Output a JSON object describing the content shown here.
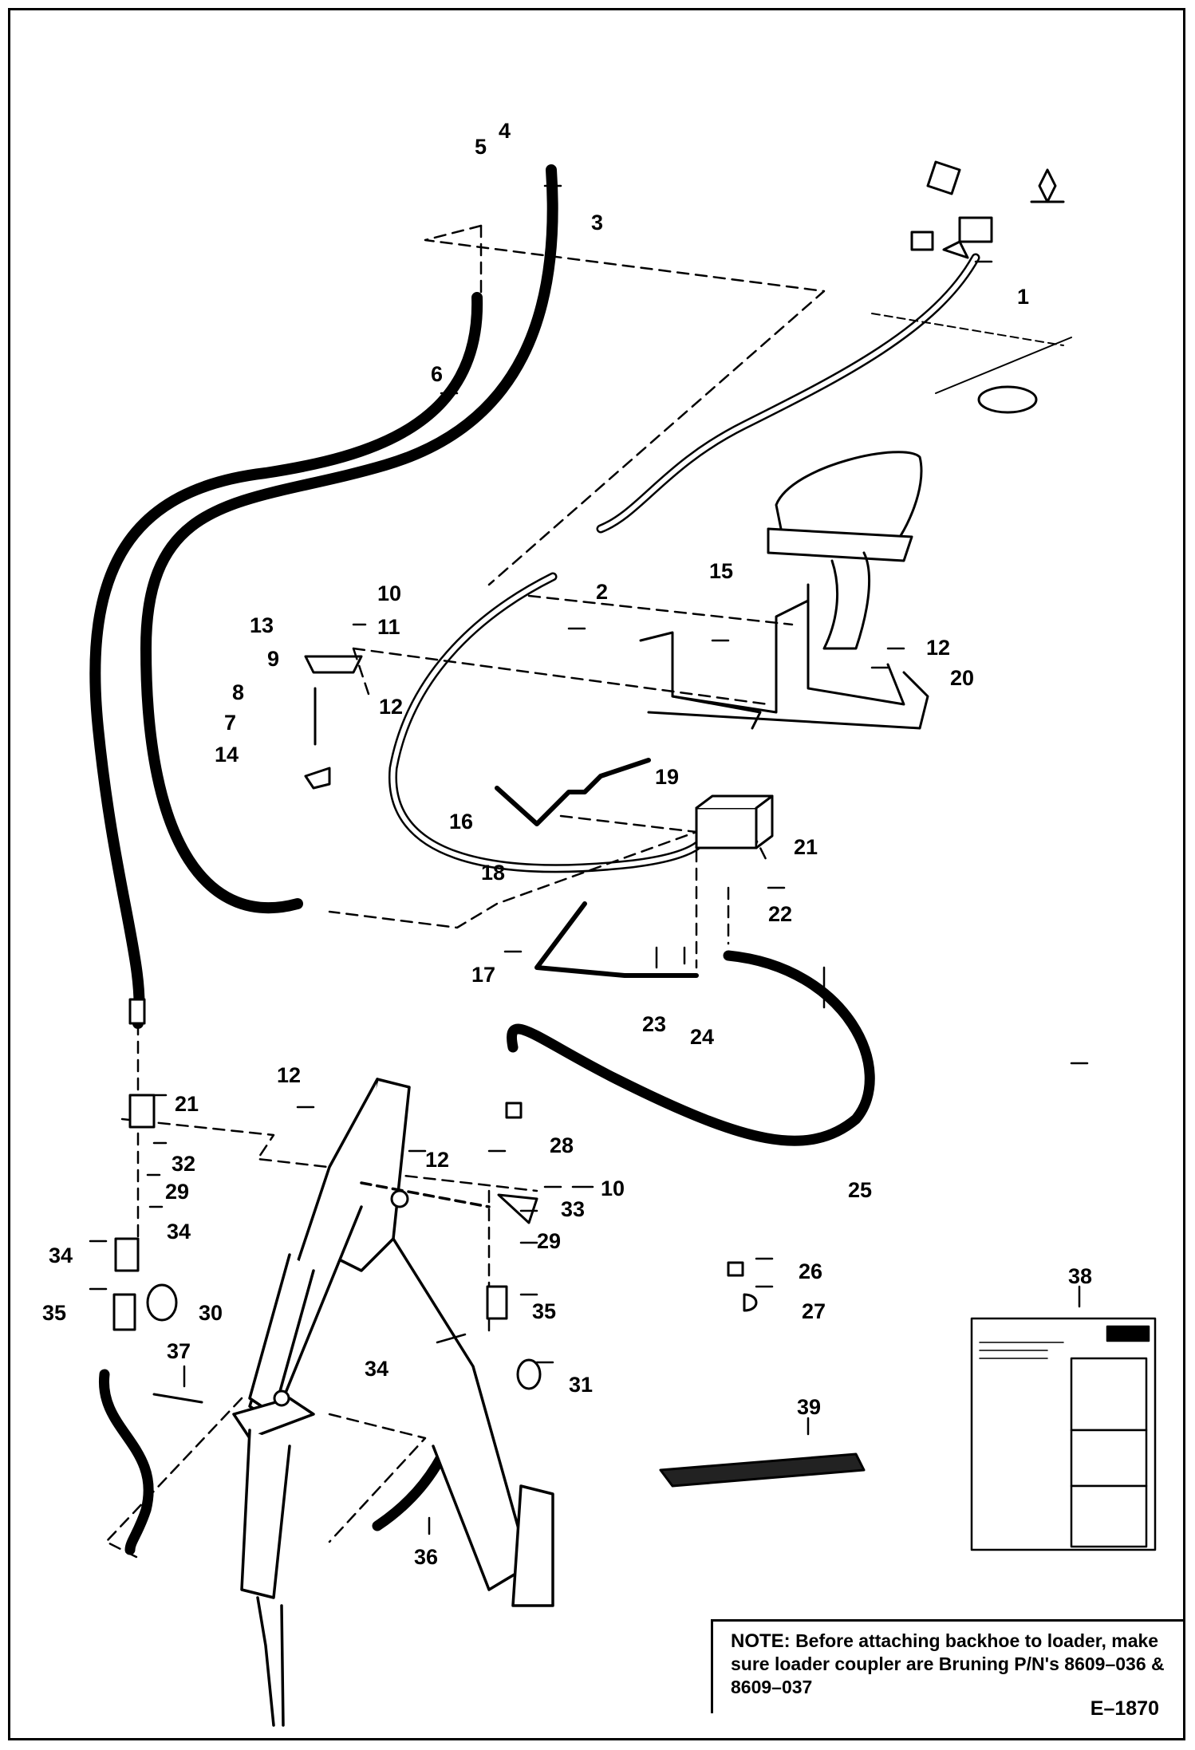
{
  "callouts": [
    {
      "label": "1"
    },
    {
      "label": "2"
    },
    {
      "label": "3"
    },
    {
      "label": "4"
    },
    {
      "label": "5"
    },
    {
      "label": "6"
    },
    {
      "label": "7"
    },
    {
      "label": "8"
    },
    {
      "label": "9"
    },
    {
      "label": "10"
    },
    {
      "label": "11"
    },
    {
      "label": "12"
    },
    {
      "label": "12"
    },
    {
      "label": "12"
    },
    {
      "label": "12"
    },
    {
      "label": "13"
    },
    {
      "label": "14"
    },
    {
      "label": "15"
    },
    {
      "label": "16"
    },
    {
      "label": "17"
    },
    {
      "label": "18"
    },
    {
      "label": "19"
    },
    {
      "label": "20"
    },
    {
      "label": "21"
    },
    {
      "label": "21"
    },
    {
      "label": "22"
    },
    {
      "label": "23"
    },
    {
      "label": "24"
    },
    {
      "label": "25"
    },
    {
      "label": "26"
    },
    {
      "label": "27"
    },
    {
      "label": "28"
    },
    {
      "label": "29"
    },
    {
      "label": "29"
    },
    {
      "label": "30"
    },
    {
      "label": "31"
    },
    {
      "label": "32"
    },
    {
      "label": "33"
    },
    {
      "label": "34"
    },
    {
      "label": "34"
    },
    {
      "label": "34"
    },
    {
      "label": "35"
    },
    {
      "label": "35"
    },
    {
      "label": "36"
    },
    {
      "label": "37"
    },
    {
      "label": "38"
    },
    {
      "label": "39"
    },
    {
      "label": "10"
    }
  ],
  "note": {
    "lead": "NOTE:",
    "text": "Before attaching backhoe to loader, make sure loader coupler are Bruning P/N's 8609–036 & 8609–037"
  },
  "drawing_number": "E–1870",
  "instruction_card": {
    "title": "INSTRUCTIONS"
  }
}
